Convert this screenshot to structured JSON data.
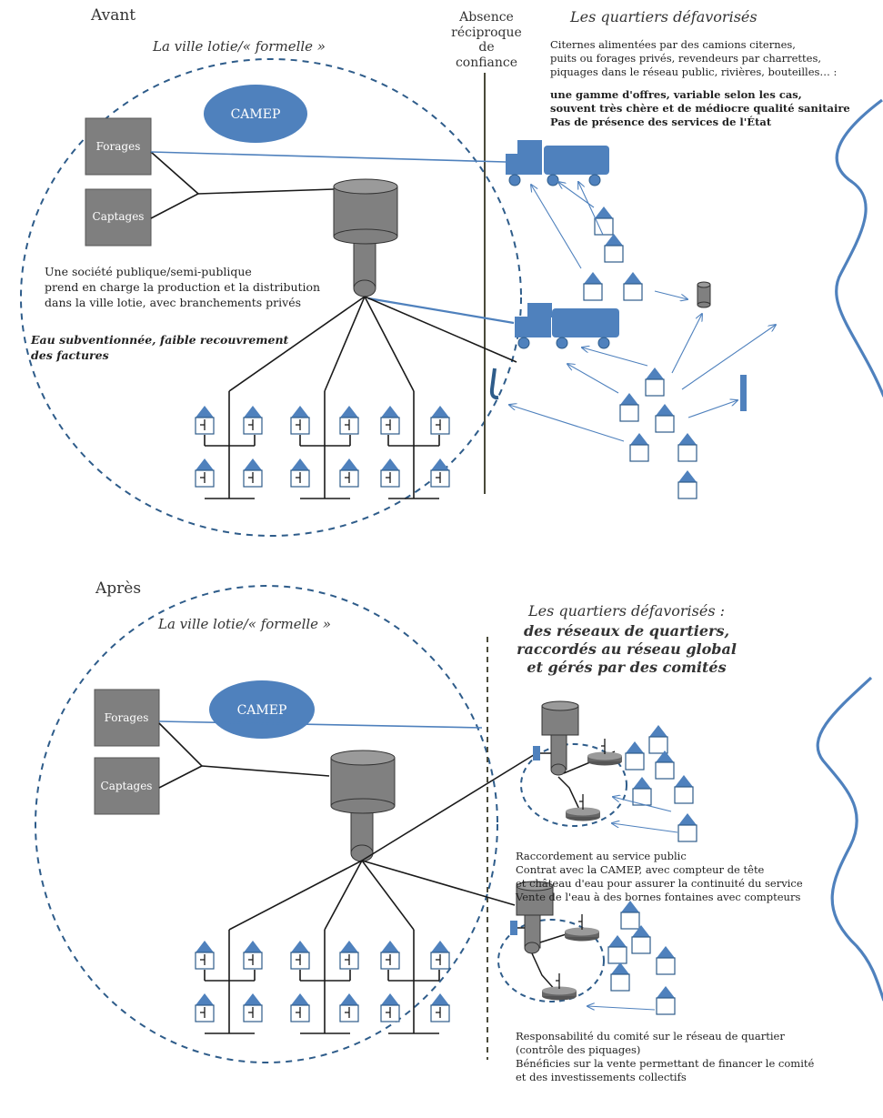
{
  "avant": {
    "section_label": "Avant",
    "ville_title": "La ville lotie/« formelle »",
    "absence_label": "Absence\nréciproque\nde confiance",
    "quartiers_title": "Les quartiers défavorisés",
    "quartiers_desc": "Citernes alimentées par des camions citernes,\npuits ou forages privés, revendeurs par charrettes,\npiquages dans le réseau public, rivières, bouteilles… :",
    "quartiers_bold": "une gamme d'offres, variable selon les cas,\nsouvent très chère et de médiocre qualité sanitaire\nPas de présence des services de l'État",
    "forages_label": "Forages",
    "captages_label": "Captages",
    "camep_label": "CAMEP",
    "societe_text": "Une société publique/semi-publique\nprend en charge la production et la distribution\ndans la ville lotie, avec branchements privés",
    "eau_text": "Eau subventionnée, faible recouvrement\ndes factures"
  },
  "apres": {
    "section_label": "Après",
    "ville_title": "La ville lotie/« formelle »",
    "quartiers_title": "Les quartiers défavorisés :",
    "quartiers_subtitle": "des réseaux de quartiers,\nraccordés au réseau global\net gérés par des comités",
    "forages_label": "Forages",
    "captages_label": "Captages",
    "camep_label": "CAMEP",
    "raccordement_text": "Raccordement au service public\nContrat avec la CAMEP, avec compteur de tête\net château d'eau pour assurer la continuité du service\nVente de l'eau à des bornes fontaines avec compteurs",
    "responsabilite_text": "Responsabilité du comité sur le réseau de quartier\n(contrôle des piquages)\nBénéficies sur la vente permettant de financer le comité\net des investissements collectifs"
  },
  "colors": {
    "accent_blue": "#4f81bd",
    "dark_blue": "#2e5c8a",
    "grey_box": "#7f7f7f",
    "grey_tower": "#808080",
    "dashed_circle": "#2e5c8a",
    "separator": "#4a4a3a"
  }
}
